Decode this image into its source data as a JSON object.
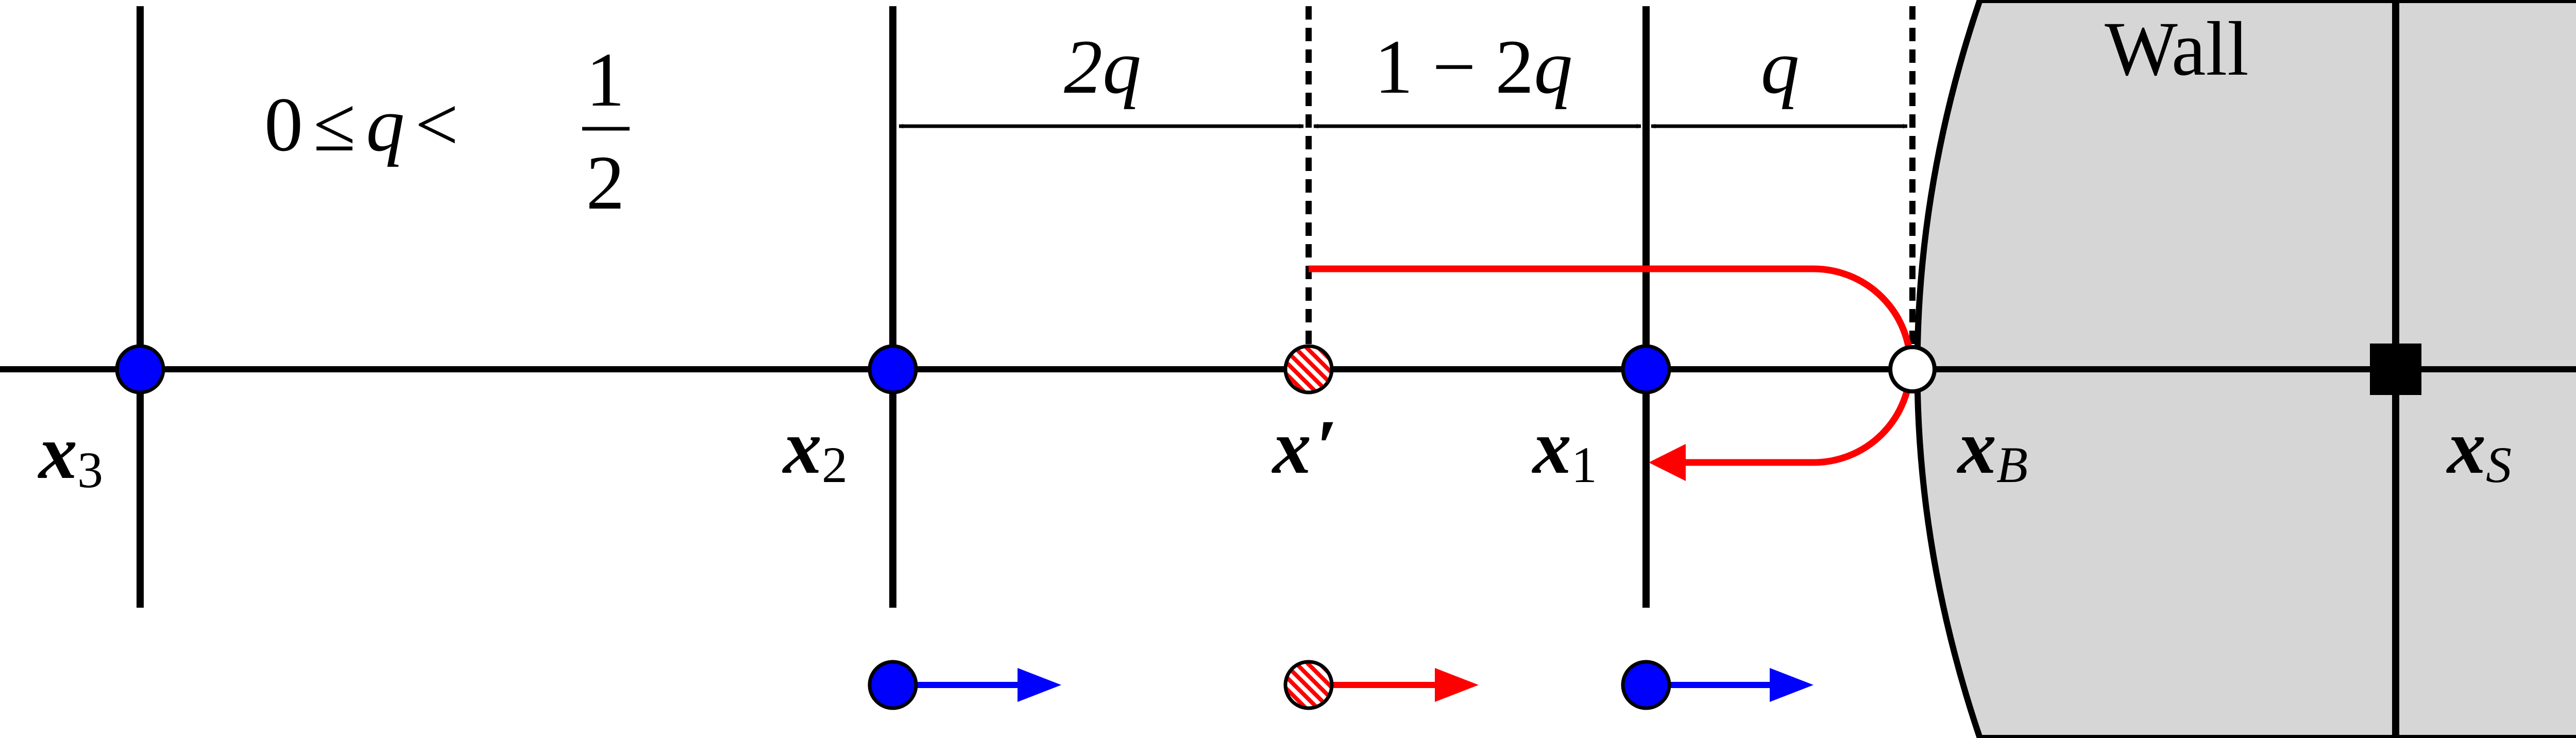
{
  "condition": {
    "lhs": "0",
    "rel1": "≤",
    "var": "q",
    "rel2": "<",
    "num": "1",
    "den": "2"
  },
  "spacing": {
    "left_gap": "2q",
    "mid_gap_prefix": "1 − 2",
    "mid_gap_var": "q",
    "right_gap": "q"
  },
  "nodes": {
    "x3": {
      "var": "x",
      "sub": "3"
    },
    "x2": {
      "var": "x",
      "sub": "2"
    },
    "xprime": {
      "var": "x",
      "mark": "′"
    },
    "x1": {
      "var": "x",
      "sub": "1"
    },
    "xB": {
      "var": "x",
      "sub": "B"
    },
    "xS": {
      "var": "x",
      "sub": "S"
    }
  },
  "wall": {
    "label": "Wall"
  },
  "colors": {
    "fluid_node": "#0000ff",
    "virtual_node": "#ff0000",
    "wall_fill": "#d6d6d6",
    "line": "#000000"
  },
  "icons": {
    "fluid_node": "blue-filled-circle",
    "virtual_node": "red-hatched-circle",
    "boundary_node": "hollow-circle",
    "solid_node": "black-square"
  }
}
